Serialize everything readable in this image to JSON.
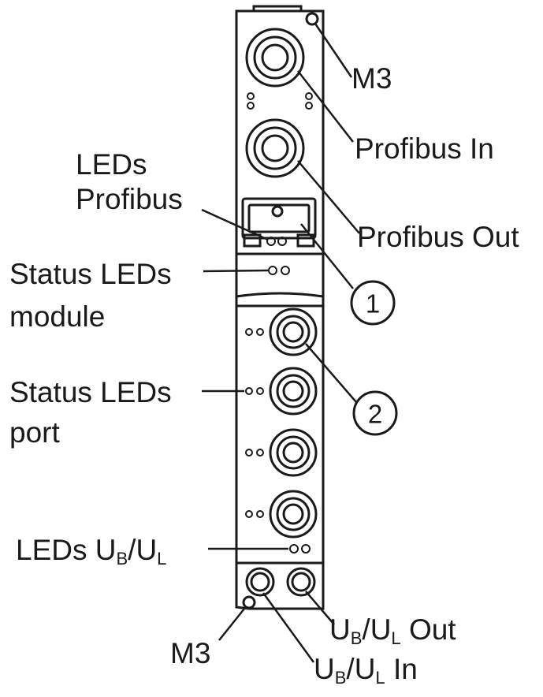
{
  "labels": {
    "m3_top": "M3",
    "profibus_in": "Profibus In",
    "profibus_out": "Profibus Out",
    "leds_profibus_line1": "LEDs",
    "leds_profibus_line2": "Profibus",
    "status_leds_module_line1": "Status LEDs",
    "status_leds_module_line2": "module",
    "status_leds_port_line1": "Status LEDs",
    "status_leds_port_line2": "port",
    "leds_ub_ul_prefix": "LEDs U",
    "ub_ul_out_suffix": "Out",
    "ub_ul_in_suffix": "In",
    "m3_bottom": "M3",
    "sub_b": "B",
    "sub_l": "L",
    "u": "U",
    "slash_u": "/U"
  },
  "callouts": {
    "one": "1",
    "two": "2"
  }
}
